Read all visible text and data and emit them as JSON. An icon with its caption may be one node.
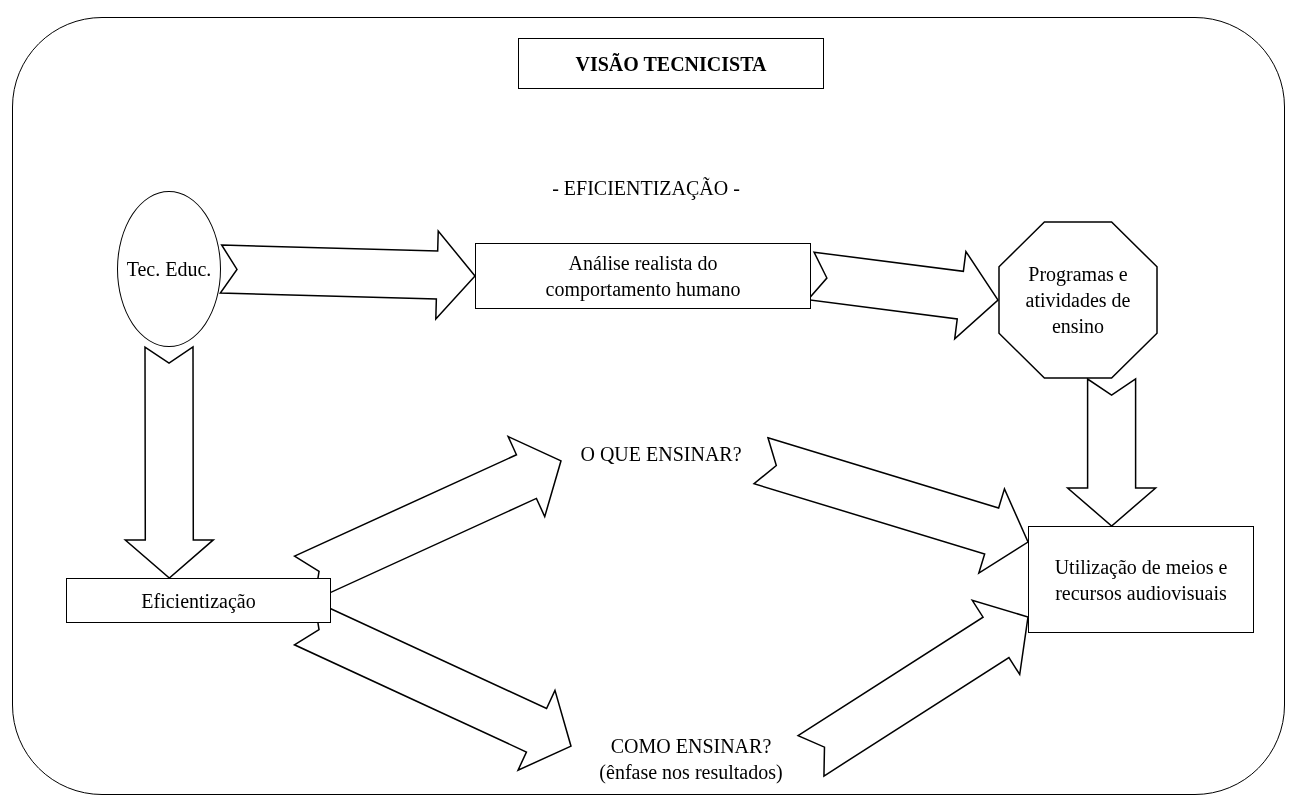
{
  "diagram": {
    "nodes": [
      {
        "text": [],
        "shape": "box"
      },
      {
        "text": [
          "VISÃO TECNICISTA"
        ],
        "in": 0
      },
      {
        "text": [
          "Tec. Educ."
        ],
        "in": 0
      },
      {
        "text": [
          "Análise realista do comportamento humano"
        ],
        "in": 0
      },
      {
        "text": [
          "Programas e atividades de ensino"
        ],
        "in": 0
      },
      {
        "text": [
          "O QUE ENSINAR?"
        ],
        "in": 0
      },
      {
        "text": [
          "Eficientização"
        ],
        "in": 0
      },
      {
        "text": [
          "Utilização de meios e recursos audiovisuais"
        ],
        "in": 0
      },
      {
        "text": [
          "COMO ENSINAR?",
          "(ênfase nos resultados)"
        ],
        "in": 0
      }
    ],
    "edges": [
      {
        "from": 2,
        "to": 3,
        "arrow": "to"
      },
      {
        "from": 3,
        "to": 4,
        "arrow": "to"
      },
      {
        "from": 2,
        "to": 6,
        "arrow": "to"
      },
      {
        "from": 4,
        "to": 7,
        "arrow": "to"
      },
      {
        "from": 6,
        "to": 5,
        "arrow": "to"
      },
      {
        "from": 6,
        "to": 8,
        "arrow": "to"
      },
      {
        "from": 5,
        "to": 7,
        "arrow": "to"
      },
      {
        "from": 8,
        "to": 7,
        "arrow": "to"
      }
    ],
    "labels": [
      "- EFICIENTIZAÇÃO -"
    ]
  }
}
